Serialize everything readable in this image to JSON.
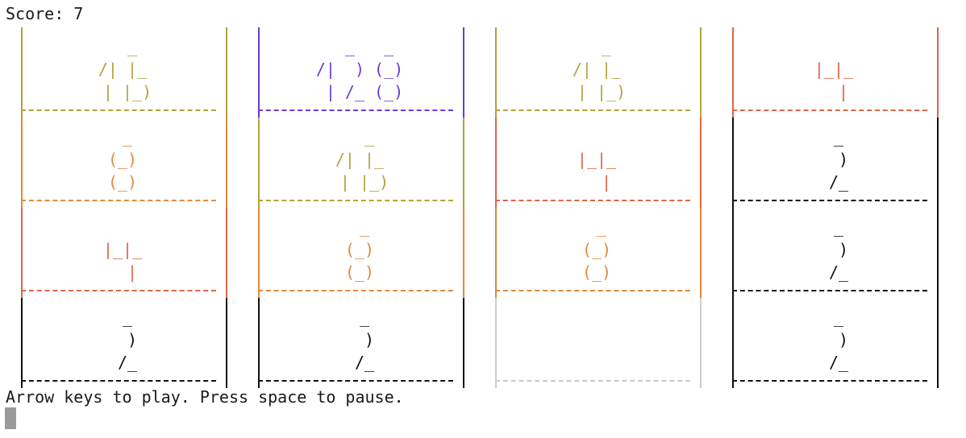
{
  "score": {
    "text": "Score: 7"
  },
  "status": {
    "text": "Arrow keys to play. Press space to pause."
  },
  "colors": {
    "2": "#111111",
    "4": "#dd6644",
    "8": "#e08a3e",
    "16": "#b0a43e",
    "32": "#6a3cd6",
    "empty": "#cccccc"
  },
  "board": [
    [
      {
        "value": 16,
        "art": "  _\n/| |_\n | |_)"
      },
      {
        "value": 8,
        "art": " _\n(_)\n(_)"
      },
      {
        "value": 4,
        "art": "\n|_|_\n  |"
      },
      {
        "value": 2,
        "art": " _\n  )\n /_"
      }
    ],
    [
      {
        "value": 32,
        "art": "  _   _\n/|  ) (_)\n | /_ (_)"
      },
      {
        "value": 16,
        "art": "  _\n/| |_\n | |_)"
      },
      {
        "value": 8,
        "art": " _\n(_)\n(_)"
      },
      {
        "value": 2,
        "art": " _\n  )\n /_"
      }
    ],
    [
      {
        "value": 16,
        "art": "  _\n/| |_\n | |_)"
      },
      {
        "value": 4,
        "art": "\n|_|_\n  |"
      },
      {
        "value": 8,
        "art": " _\n(_)\n(_)"
      },
      {
        "value": 0,
        "art": ""
      }
    ],
    [
      {
        "value": 4,
        "art": "\n|_|_\n  |"
      },
      {
        "value": 2,
        "art": " _\n  )\n /_"
      },
      {
        "value": 2,
        "art": " _\n  )\n /_"
      },
      {
        "value": 2,
        "art": " _\n  )\n /_"
      }
    ]
  ]
}
